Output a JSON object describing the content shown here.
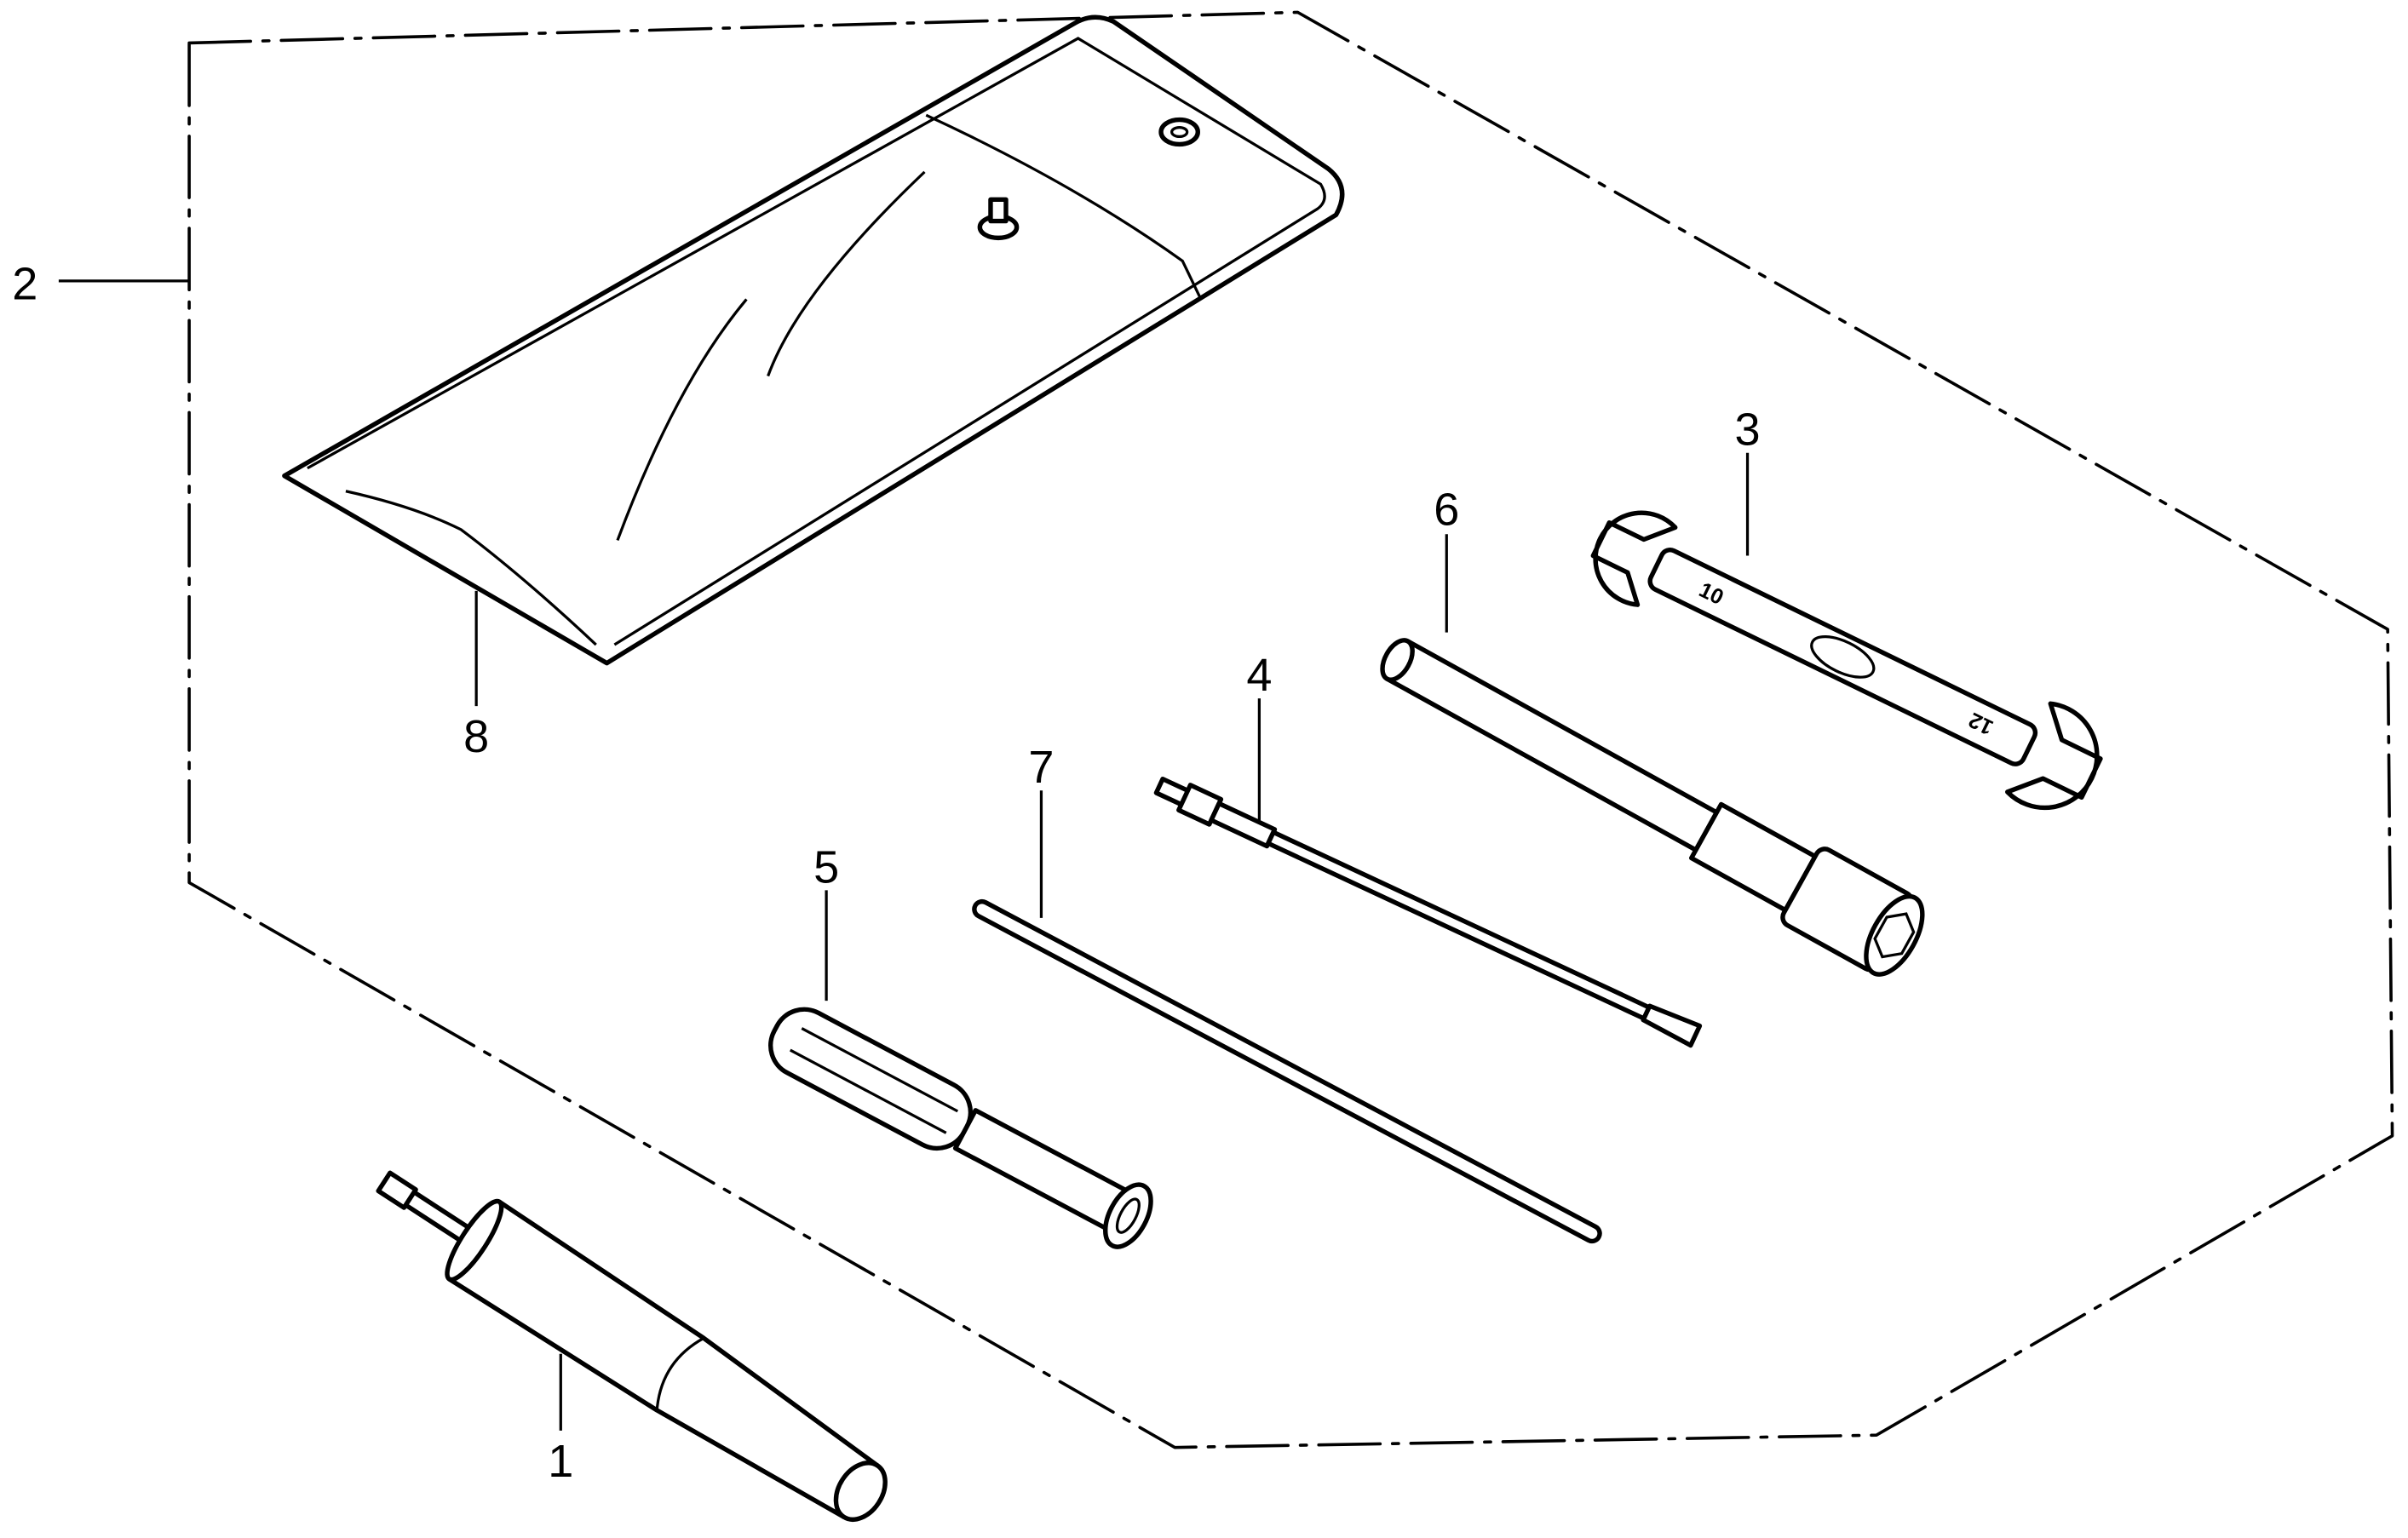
{
  "diagram": {
    "callouts": {
      "tool_1": "1",
      "tool_kit_2": "2",
      "wrench_3": "3",
      "screwdriver_4": "4",
      "handle_5": "5",
      "socket_wrench_6": "6",
      "bar_7": "7",
      "tool_bag_8": "8"
    },
    "wrench_markings": {
      "small_end": "10",
      "large_end": "12"
    },
    "colors": {
      "line": "#000000",
      "background": "#ffffff"
    }
  }
}
